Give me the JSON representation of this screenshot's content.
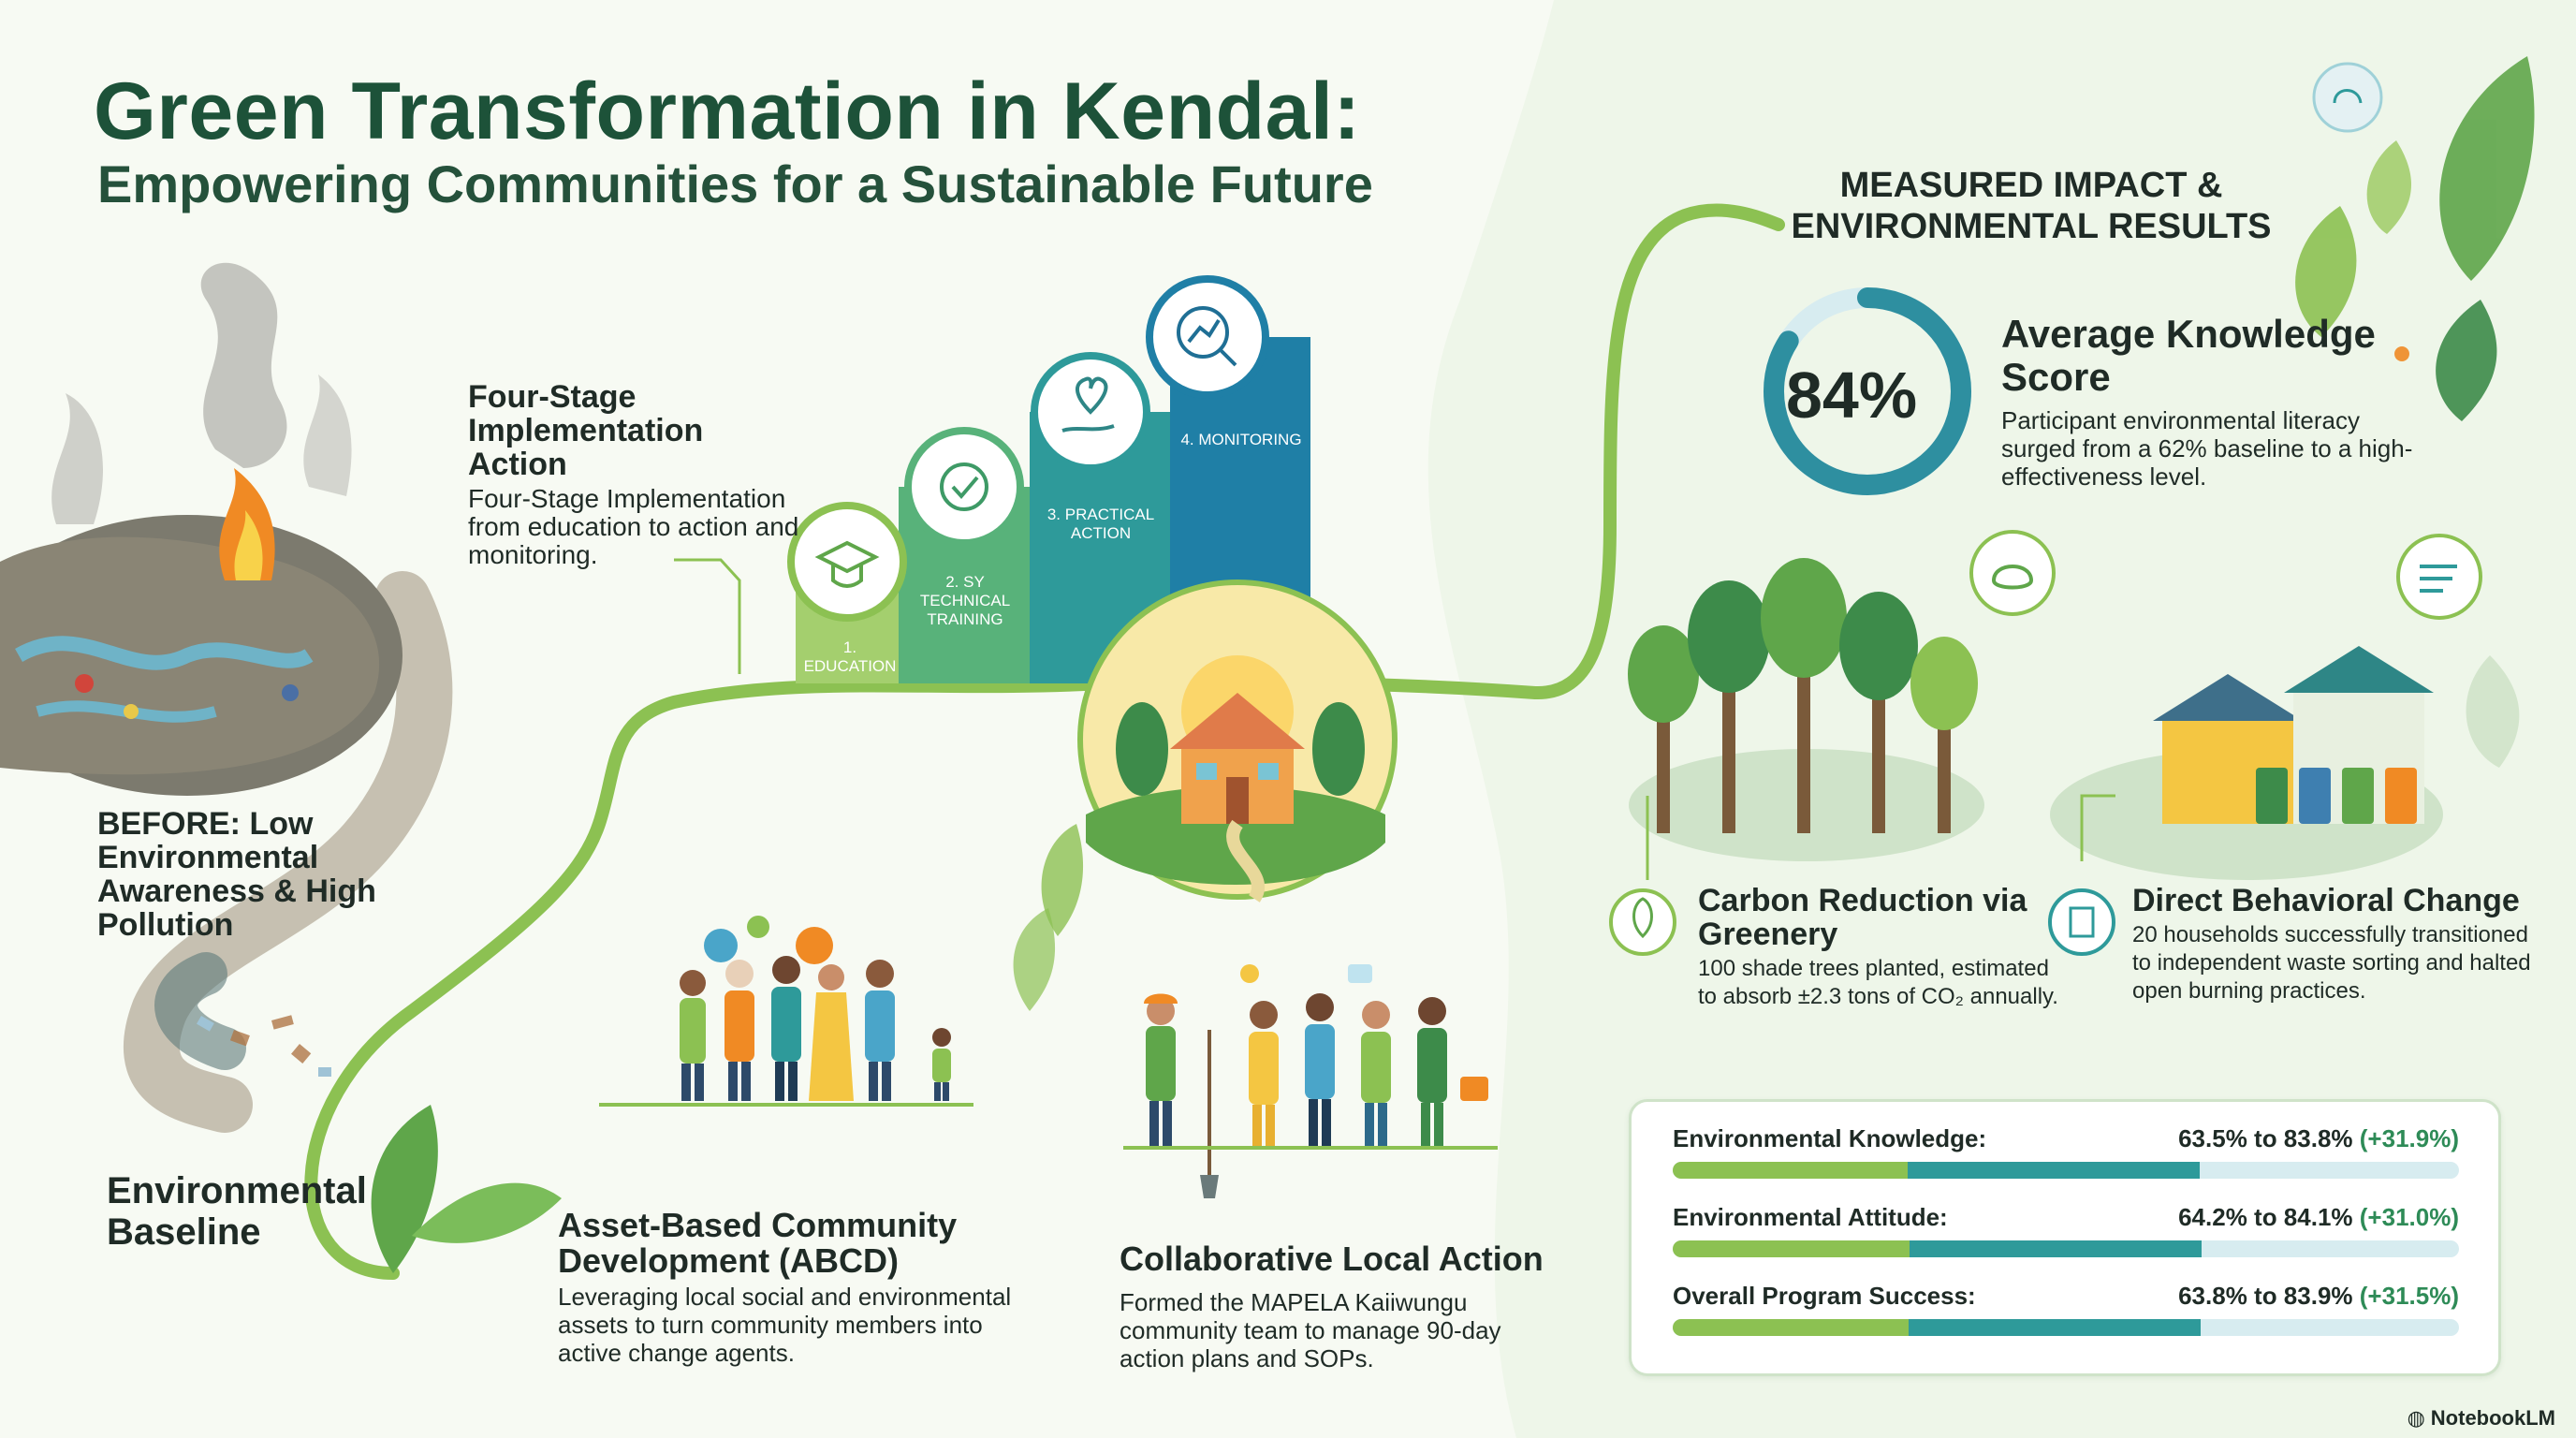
{
  "title": {
    "line1": "Green Transformation in Kendal:",
    "line2": "Empowering Communities for a Sustainable Future"
  },
  "before": {
    "title": "BEFORE: Low Environmental Awareness & High Pollution"
  },
  "baseline": {
    "title": "Environmental Baseline"
  },
  "four_stage": {
    "title": "Four-Stage Implementation Action",
    "description": "Four-Stage Implementation from education to action and monitoring.",
    "steps": [
      {
        "label": "1. EDUCATION",
        "icon": "graduation-cap-icon"
      },
      {
        "label": "2. SY TECHNICAL TRAINING",
        "icon": "gear-check-icon"
      },
      {
        "label": "3. PRACTICAL ACTION",
        "icon": "heart-hand-icon"
      },
      {
        "label": "4. MONITORING",
        "icon": "magnifier-chart-icon"
      }
    ]
  },
  "abcd": {
    "title": "Asset-Based Community Development (ABCD)",
    "description": "Leveraging local social and environmental assets to turn community members into active change agents."
  },
  "collab": {
    "title": "Collaborative Local Action",
    "description": "Formed the MAPELA Kaiiwungu community team to manage 90-day action plans and SOPs."
  },
  "impact": {
    "title": "MEASURED IMPACT & ENVIRONMENTAL RESULTS",
    "score_value": "84%",
    "score_fraction": 0.84,
    "score_title": "Average Knowledge Score",
    "score_description": "Participant environmental literacy surged from a 62% baseline to a high-effectiveness level.",
    "carbon_title": "Carbon Reduction via Greenery",
    "carbon_description": "100 shade trees planted, estimated to absorb ±2.3 tons of CO₂ annually.",
    "behavior_title": "Direct Behavioral Change",
    "behavior_description": "20 households successfully transitioned to independent waste sorting and halted open burning practices."
  },
  "stats": [
    {
      "label": "Environmental Knowledge:",
      "value": "63.5% to 83.8%",
      "delta": "(+31.9%)",
      "from": 63.5,
      "to": 83.8
    },
    {
      "label": "Environmental Attitude:",
      "value": "64.2% to 84.1%",
      "delta": "(+31.0%)",
      "from": 64.2,
      "to": 84.1
    },
    {
      "label": "Overall Program Success:",
      "value": "63.8% to 83.9%",
      "delta": "(+31.5%)",
      "from": 63.8,
      "to": 83.9
    }
  ],
  "brand": "NotebookLM",
  "colors": {
    "title_green": "#1d5239",
    "path_green": "#8cc152",
    "teal": "#2e9a9a",
    "blue": "#1f7fa6",
    "delta_green": "#2e8b57"
  }
}
